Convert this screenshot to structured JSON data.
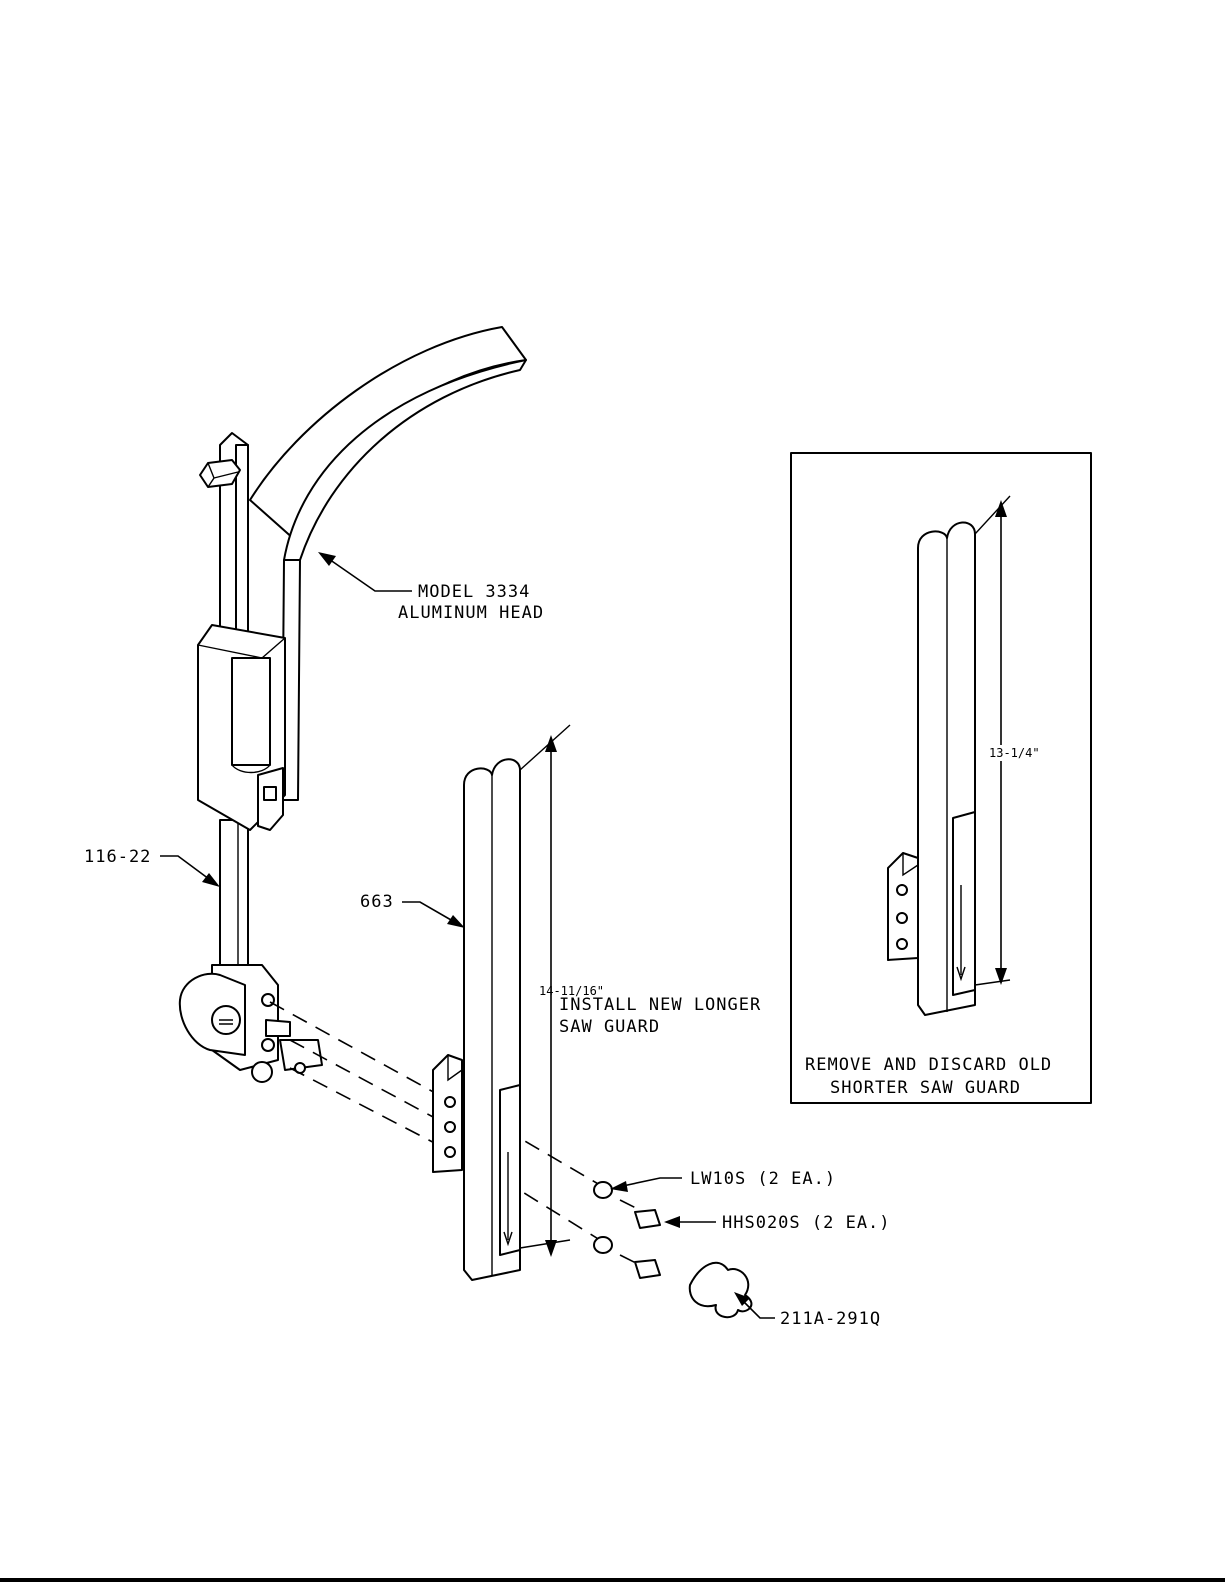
{
  "labels": {
    "head": [
      "MODEL 3334",
      "ALUMINUM HEAD"
    ],
    "bar": "116-22",
    "guard_new": "663",
    "new_dimension": "14-11/16\"",
    "install_note": [
      "INSTALL NEW LONGER",
      "SAW GUARD"
    ],
    "washer": "LW10S (2 EA.)",
    "screw": "HHS020S (2 EA.)",
    "knob": "211A-291Q",
    "old_dimension": "13-1/4\"",
    "remove_note": [
      "REMOVE AND DISCARD OLD",
      "SHORTER SAW GUARD"
    ]
  }
}
